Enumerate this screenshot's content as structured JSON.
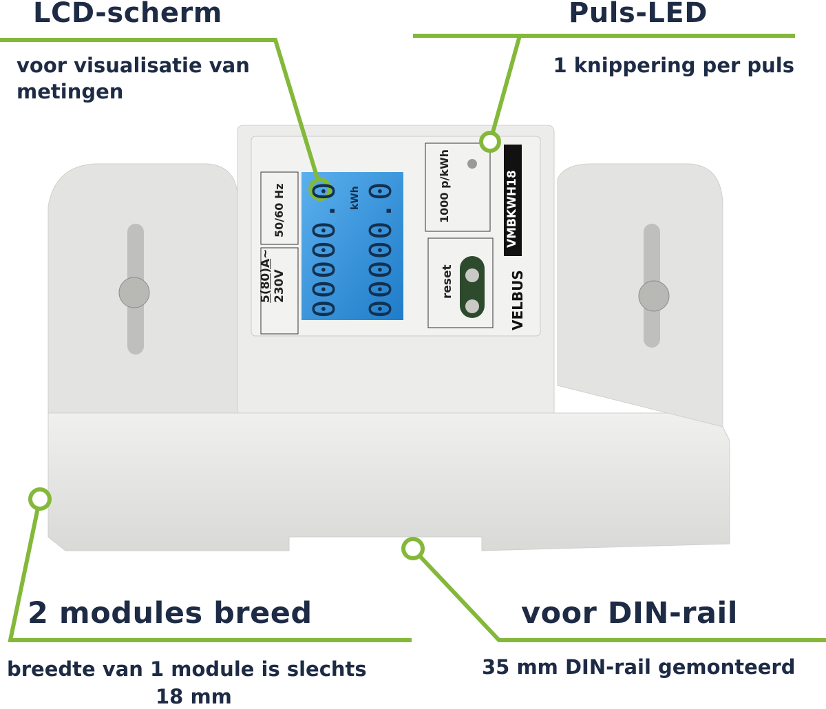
{
  "callouts": {
    "lcd": {
      "title": "LCD-scherm",
      "line1": "voor visualisatie van",
      "line2": "metingen"
    },
    "led": {
      "title": "Puls-LED",
      "desc": "1 knippering per puls"
    },
    "modules": {
      "title": "2 modules breed",
      "line1": "breedte van 1 module is slechts",
      "line2": "18 mm"
    },
    "din": {
      "title": "voor DIN-rail",
      "desc": "35 mm DIN-rail gemonteerd"
    }
  },
  "device": {
    "rating_top": "5(80)A",
    "rating_bottom": "230V",
    "ac_symbol": "~",
    "frequency": "50/60 Hz",
    "lcd_row1": "00000.0",
    "lcd_row2": "00000.0",
    "lcd_unit": "kWh",
    "pulse_rate": "1000 p/kWh",
    "reset_label": "reset",
    "model": "VMBKWH18",
    "brand": "VELBUS"
  },
  "colors": {
    "accent": "#84b83a",
    "text": "#1e2b45",
    "lcd": "#2f8fd6",
    "body": "#e6e7e5"
  }
}
